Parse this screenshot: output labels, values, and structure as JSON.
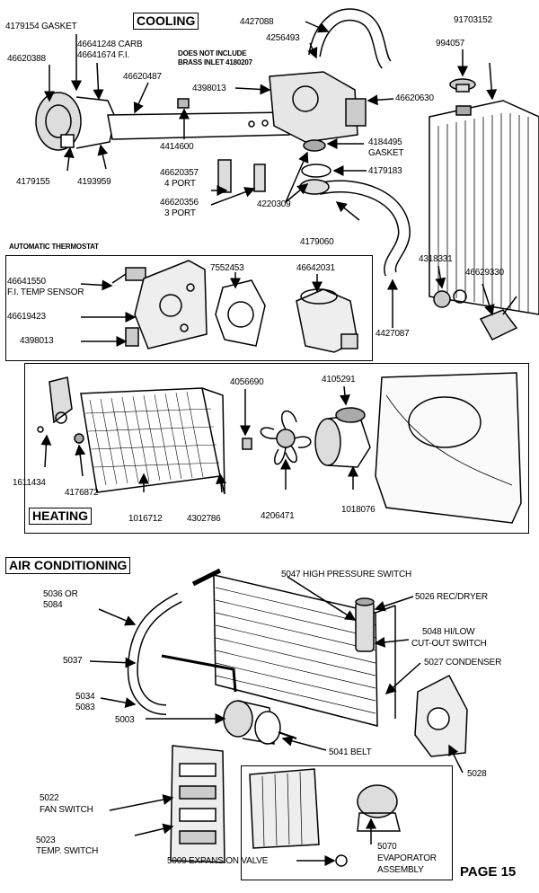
{
  "sections": {
    "cooling": "COOLING",
    "heating": "HEATING",
    "air_conditioning": "AIR CONDITIONING",
    "automatic_thermostat": "AUTOMATIC THERMOSTAT"
  },
  "cooling": {
    "p4179154": "4179154 GASKET",
    "p46641248": "46641248  CARB",
    "p46641674": "46641674  F.I.",
    "p46620388": "46620388",
    "p46620487": "46620487",
    "p4427088": "4427088",
    "p4256493": "4256493",
    "note_line1": "DOES NOT INCLUDE",
    "note_line2": "BRASS INLET 4180207",
    "p4398013": "4398013",
    "p46620630": "46620630",
    "p91703152": "91703152",
    "p994057": "994057",
    "p4414600": "4414600",
    "p4184495_1": "4184495",
    "p4184495_2": "GASKET",
    "p4179155": "4179155",
    "p4193959": "4193959",
    "p46620357_1": "46620357",
    "p46620357_2": "4 PORT",
    "p46620356_1": "46620356",
    "p46620356_2": "3 PORT",
    "p4220309": "4220309",
    "p4179183": "4179183",
    "p4179060": "4179060",
    "p4318331": "4318331",
    "p46629330": "46629330",
    "p4427087": "4427087"
  },
  "thermostat": {
    "p46641550_1": "46641550",
    "p46641550_2": "F.I. TEMP SENSOR",
    "p46619423": "46619423",
    "p4398013": "4398013",
    "p7552453": "7552453",
    "p46642031": "46642031"
  },
  "heating": {
    "p4056690": "4056690",
    "p4105291": "4105291",
    "p1611434": "1611434",
    "p4176872": "4176872",
    "p1016712": "1016712",
    "p4302786": "4302786",
    "p4206471": "4206471",
    "p1018076": "1018076"
  },
  "ac": {
    "p5047": "5047  HIGH PRESSURE SWITCH",
    "p5036_1": "5036 OR",
    "p5036_2": "5084",
    "p5026": "5026 REC/DRYER",
    "p5048_1": "5048 HI/LOW",
    "p5048_2": "CUT-OUT SWITCH",
    "p5027": "5027  CONDENSER",
    "p5037": "5037",
    "p5034_1": "5034",
    "p5034_2": "5083",
    "p5003": "5003",
    "p5041": "5041  BELT",
    "p5028": "5028",
    "p5022_1": "5022",
    "p5022_2": "FAN SWITCH",
    "p5023_1": "5023",
    "p5023_2": "TEMP. SWITCH",
    "p5009": "5009 EXPANSION VALVE",
    "p5070_1": "5070",
    "p5070_2": "EVAPORATOR",
    "p5070_3": "ASSEMBLY"
  },
  "page_label": "PAGE 15"
}
